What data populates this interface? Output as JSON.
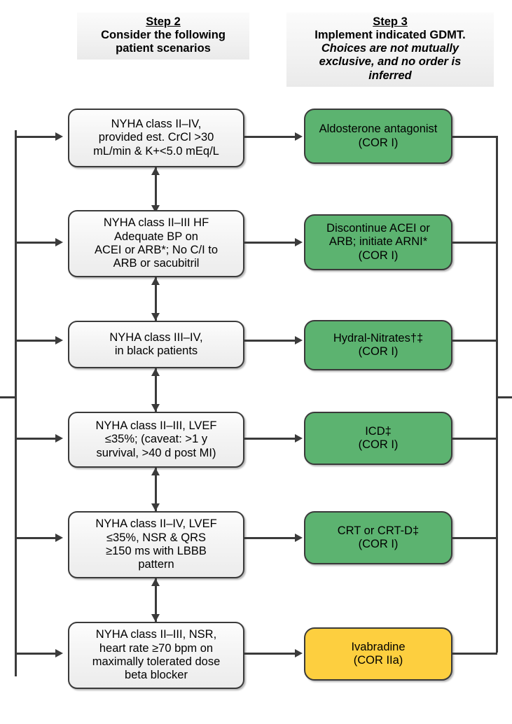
{
  "headers": {
    "step2": {
      "step_label": "Step 2",
      "line1": "Consider the following",
      "line2": "patient scenarios"
    },
    "step3": {
      "step_label": "Step 3",
      "line1": "Implement indicated GDMT.",
      "italic1": "Choices are not mutually",
      "italic2": "exclusive, and no order is",
      "italic3": "inferred"
    }
  },
  "colors": {
    "cor1_green": "#5cb370",
    "cor2a_yellow": "#fdcf3f",
    "scenario_gray": "#f2f2f2",
    "border": "#3a3a3a",
    "connector": "#3b3b3b"
  },
  "rows": [
    {
      "scenario": {
        "lines": [
          "NYHA class II–IV,",
          "provided est. CrCl >30",
          "mL/min & K+<5.0 mEq/L"
        ]
      },
      "therapy": {
        "lines": [
          "Aldosterone antagonist",
          "(COR I)"
        ],
        "cor": "COR I",
        "color": "green"
      }
    },
    {
      "scenario": {
        "lines": [
          "NYHA class II–III HF",
          "Adequate BP on",
          "ACEI or ARB*; No C/I to",
          "ARB or sacubitril"
        ]
      },
      "therapy": {
        "lines": [
          "Discontinue ACEI or",
          "ARB; initiate ARNI*",
          "(COR I)"
        ],
        "cor": "COR I",
        "color": "green"
      }
    },
    {
      "scenario": {
        "lines": [
          "NYHA class III–IV,",
          "in black patients"
        ]
      },
      "therapy": {
        "lines": [
          "Hydral-Nitrates†‡",
          "(COR I)"
        ],
        "cor": "COR I",
        "color": "green"
      }
    },
    {
      "scenario": {
        "lines": [
          "NYHA class II–III, LVEF",
          "≤35%; (caveat: >1 y",
          "survival, >40 d post MI)"
        ]
      },
      "therapy": {
        "lines": [
          "ICD‡",
          "(COR I)"
        ],
        "cor": "COR I",
        "color": "green"
      }
    },
    {
      "scenario": {
        "lines": [
          "NYHA class II–IV, LVEF",
          "≤35%, NSR & QRS",
          "≥150 ms with LBBB",
          "pattern"
        ]
      },
      "therapy": {
        "lines": [
          "CRT or CRT-D‡",
          "(COR I)"
        ],
        "cor": "COR I",
        "color": "green"
      }
    },
    {
      "scenario": {
        "lines": [
          "NYHA class II–III, NSR,",
          "heart rate ≥70 bpm on",
          "maximally tolerated dose",
          "beta blocker"
        ]
      },
      "therapy": {
        "lines": [
          "Ivabradine",
          "(COR IIa)"
        ],
        "cor": "COR IIa",
        "color": "yellow"
      }
    }
  ]
}
